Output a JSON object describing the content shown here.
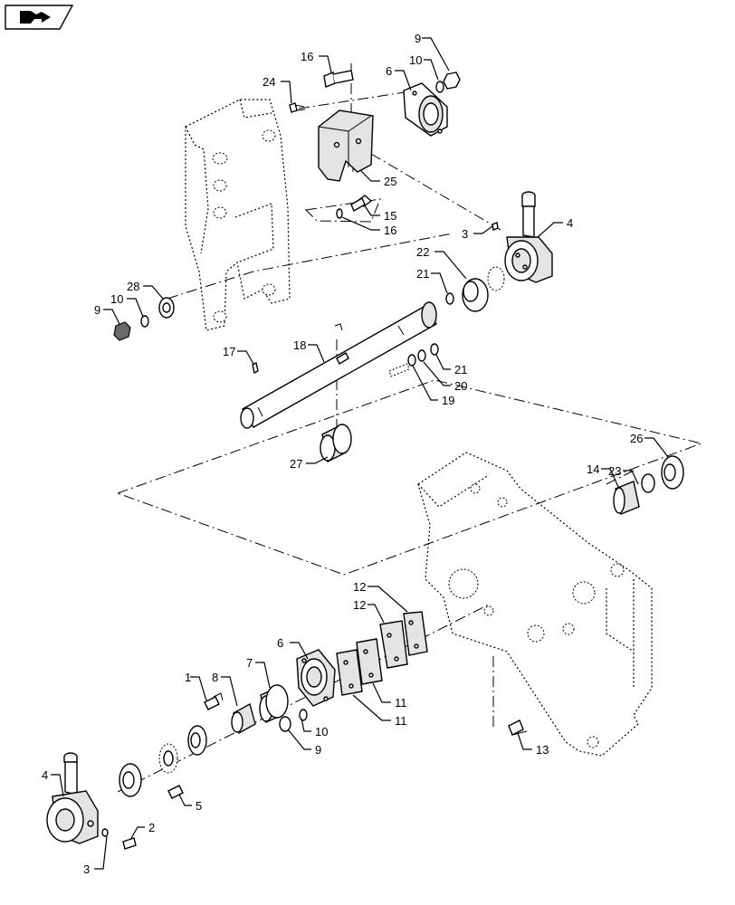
{
  "colors": {
    "line": "#000000",
    "background": "#ffffff",
    "shade": "#e4e4e4",
    "dark": "#6a6a6a"
  },
  "icons": {
    "corner": "book-arrow-icon"
  },
  "callouts": [
    {
      "id": "c1",
      "text": "1"
    },
    {
      "id": "c2",
      "text": "2"
    },
    {
      "id": "c3a",
      "text": "3"
    },
    {
      "id": "c3b",
      "text": "3"
    },
    {
      "id": "c4a",
      "text": "4"
    },
    {
      "id": "c4b",
      "text": "4"
    },
    {
      "id": "c5",
      "text": "5"
    },
    {
      "id": "c6a",
      "text": "6"
    },
    {
      "id": "c6b",
      "text": "6"
    },
    {
      "id": "c7",
      "text": "7"
    },
    {
      "id": "c8",
      "text": "8"
    },
    {
      "id": "c9a",
      "text": "9"
    },
    {
      "id": "c9b",
      "text": "9"
    },
    {
      "id": "c9c",
      "text": "9"
    },
    {
      "id": "c10a",
      "text": "10"
    },
    {
      "id": "c10b",
      "text": "10"
    },
    {
      "id": "c10c",
      "text": "10"
    },
    {
      "id": "c11a",
      "text": "11"
    },
    {
      "id": "c11b",
      "text": "11"
    },
    {
      "id": "c12a",
      "text": "12"
    },
    {
      "id": "c12b",
      "text": "12"
    },
    {
      "id": "c13",
      "text": "13"
    },
    {
      "id": "c14",
      "text": "14"
    },
    {
      "id": "c15",
      "text": "15"
    },
    {
      "id": "c16a",
      "text": "16"
    },
    {
      "id": "c16b",
      "text": "16"
    },
    {
      "id": "c17",
      "text": "17"
    },
    {
      "id": "c18",
      "text": "18"
    },
    {
      "id": "c19",
      "text": "19"
    },
    {
      "id": "c20",
      "text": "20"
    },
    {
      "id": "c21a",
      "text": "21"
    },
    {
      "id": "c21b",
      "text": "21"
    },
    {
      "id": "c22",
      "text": "22"
    },
    {
      "id": "c23",
      "text": "23"
    },
    {
      "id": "c24",
      "text": "24"
    },
    {
      "id": "c25",
      "text": "25"
    },
    {
      "id": "c26",
      "text": "26"
    },
    {
      "id": "c27",
      "text": "27"
    },
    {
      "id": "c28",
      "text": "28"
    }
  ]
}
